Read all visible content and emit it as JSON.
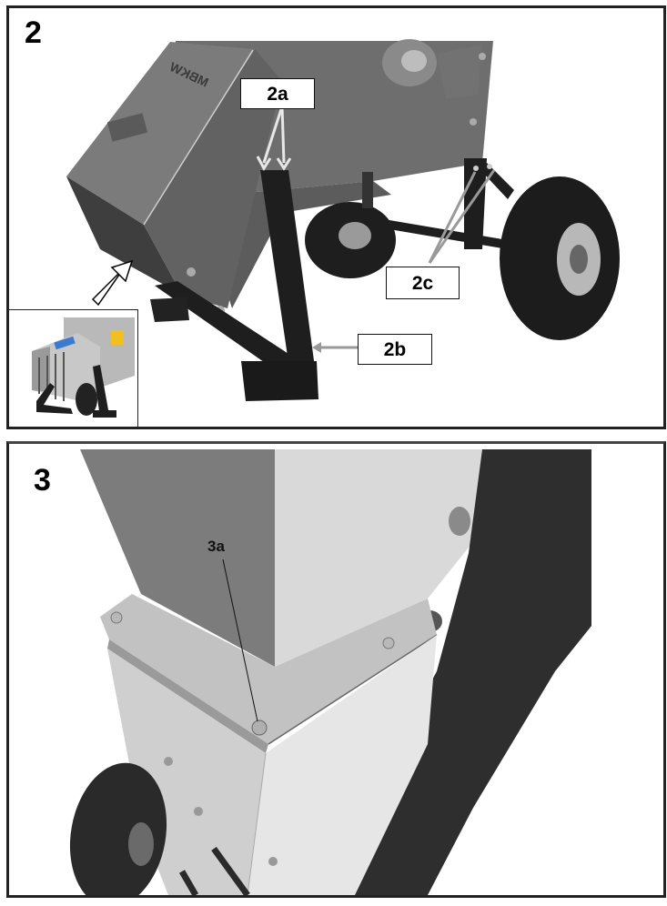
{
  "panels": [
    {
      "step": "2",
      "callouts": [
        {
          "id": "2a",
          "label": "2a"
        },
        {
          "id": "2b",
          "label": "2b"
        },
        {
          "id": "2c",
          "label": "2c"
        }
      ],
      "inset": {
        "description": "front view of chipper with stand attached"
      },
      "brand_mark": "MBKW"
    },
    {
      "step": "3",
      "callouts": [
        {
          "id": "3a",
          "label": "3a"
        }
      ]
    }
  ],
  "colors": {
    "border": "#222222",
    "machine_gray": "#6a6a6a",
    "frame_black": "#1e1e1e",
    "light_housing": "#d8d8d8"
  }
}
